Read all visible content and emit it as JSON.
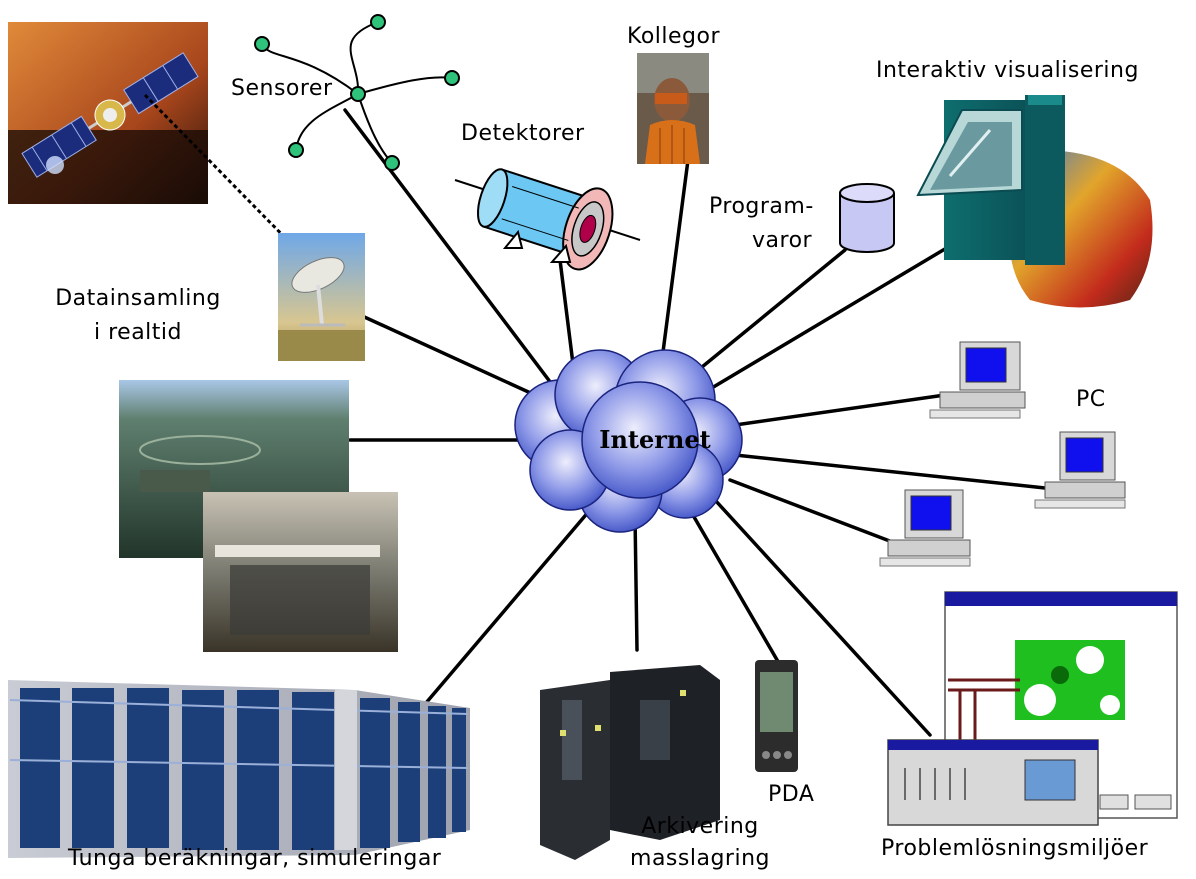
{
  "center": {
    "label": "Internet"
  },
  "labels": {
    "sensorer": "Sensorer",
    "kollegor": "Kollegor",
    "detektorer": "Detektorer",
    "interaktiv": "Interaktiv visualisering",
    "programvaror_1": "Program-",
    "programvaror_2": "varor",
    "datainsamling_1": "Datainsamling",
    "datainsamling_2": "i realtid",
    "pc": "PC",
    "pda": "PDA",
    "arkivering_1": "Arkivering",
    "arkivering_2": "masslagring",
    "tunga": "Tunga beräkningar, simuleringar",
    "problem": "Problemlösningsmiljöer"
  },
  "colors": {
    "cloud": "#5a6fd6",
    "cloud_light": "#c9ccf4",
    "sensor_node": "#2ec27a",
    "detector_body": "#6cc8f2",
    "detector_ring": "#f2b8b8",
    "detector_core": "#b0004a",
    "db_cylinder": "#c8c8f4",
    "monitor_screen": "#1010ee"
  }
}
